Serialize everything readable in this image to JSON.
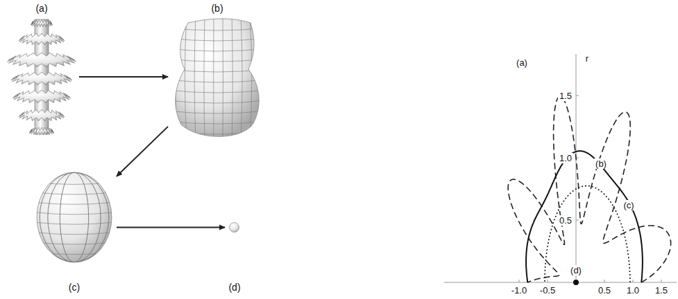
{
  "diagram": {
    "nodes": [
      {
        "text": [
          "(a)"
        ]
      },
      {
        "text": [
          "(b)"
        ]
      },
      {
        "text": [
          "(c)"
        ]
      },
      {
        "text": [
          "(d)"
        ]
      }
    ],
    "edges": [
      {
        "from": 0,
        "to": 1,
        "arrow": "to"
      },
      {
        "from": 1,
        "to": 2,
        "arrow": "to"
      },
      {
        "from": 2,
        "to": 3,
        "arrow": "to"
      }
    ],
    "labels": [
      "(a)",
      "(b)",
      "(c)",
      "(d)",
      "r",
      "1.5",
      "1.0",
      "0.5",
      "-1.0",
      "-0.5",
      "0.5",
      "1.0",
      "1.5"
    ]
  }
}
